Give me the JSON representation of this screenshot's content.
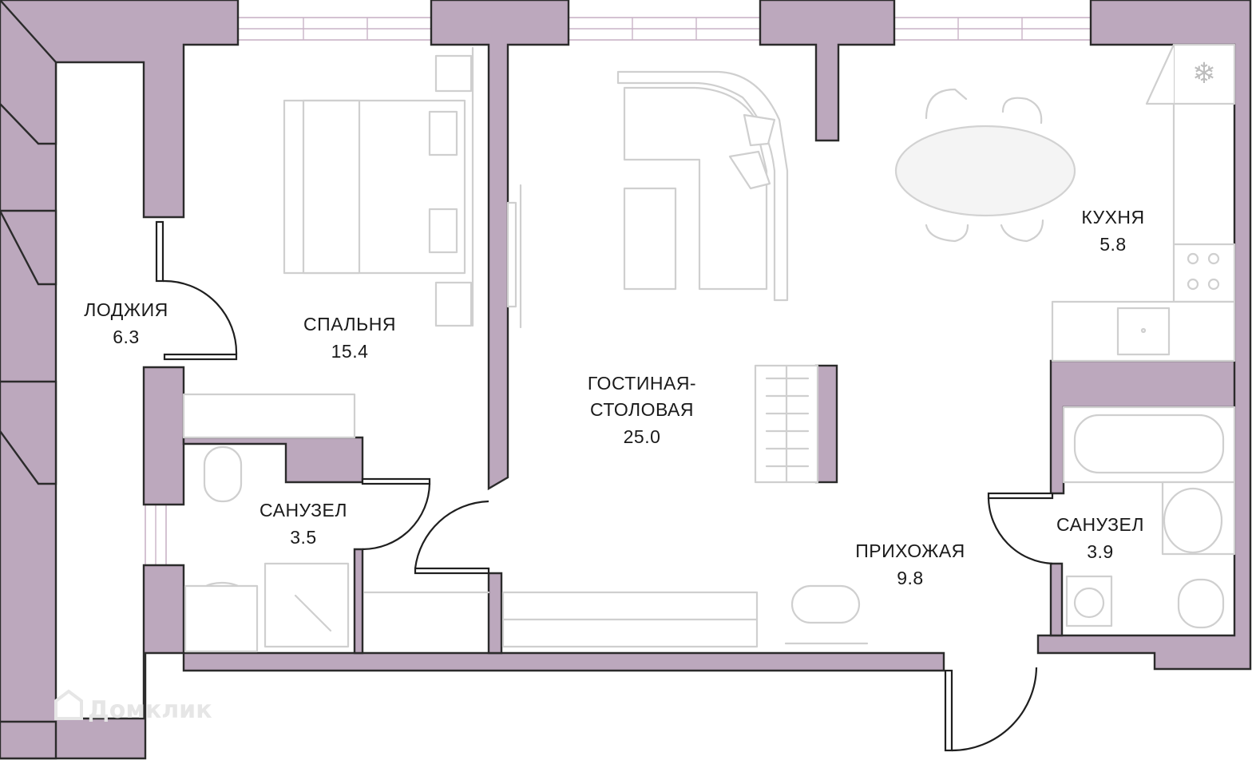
{
  "rooms": {
    "loggia": {
      "name": "ЛОДЖИЯ",
      "area": "6.3"
    },
    "bedroom": {
      "name": "СПАЛЬНЯ",
      "area": "15.4"
    },
    "living": {
      "name_line1": "ГОСТИНАЯ-",
      "name_line2": "СТОЛОВАЯ",
      "area": "25.0"
    },
    "kitchen": {
      "name": "КУХНЯ",
      "area": "5.8"
    },
    "bath1": {
      "name": "САНУЗЕЛ",
      "area": "3.5"
    },
    "hall": {
      "name": "ПРИХОЖАЯ",
      "area": "9.8"
    },
    "bath2": {
      "name": "САНУЗЕЛ",
      "area": "3.9"
    }
  },
  "watermark": {
    "text": "Домклик"
  },
  "colors": {
    "wall": "#bca8bd",
    "outline": "#2b2b2b",
    "furniture": "#cfcfcf",
    "window": "#c9b3c7"
  }
}
